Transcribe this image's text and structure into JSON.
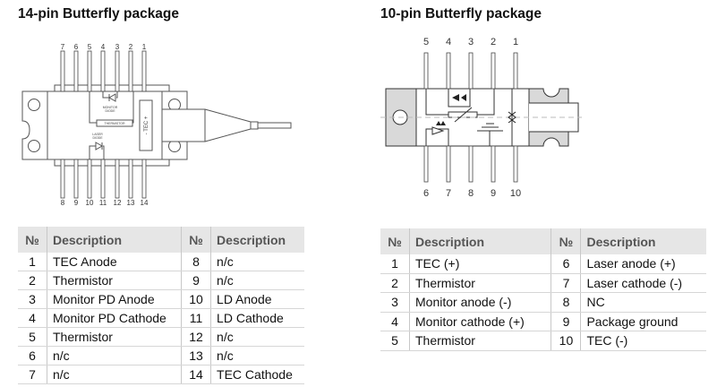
{
  "left": {
    "title": "14-pin Butterfly package",
    "diagram": {
      "top_pins": [
        "7",
        "6",
        "5",
        "4",
        "3",
        "2",
        "1"
      ],
      "bottom_pins": [
        "8",
        "9",
        "10",
        "11",
        "12",
        "13",
        "14"
      ],
      "labels": {
        "monitor": "MONITOR",
        "diode": "DIODE",
        "thermistor": "THERMISTOR",
        "laser": "LASER",
        "laser_diode": "DIODE",
        "tec": "- TEC +"
      }
    },
    "table": {
      "headers": [
        "№",
        "Description",
        "№",
        "Description"
      ],
      "rows": [
        [
          "1",
          "TEC Anode",
          "8",
          "n/c"
        ],
        [
          "2",
          "Thermistor",
          "9",
          "n/c"
        ],
        [
          "3",
          "Monitor PD Anode",
          "10",
          "LD Anode"
        ],
        [
          "4",
          "Monitor PD Cathode",
          "11",
          "LD Cathode"
        ],
        [
          "5",
          "Thermistor",
          "12",
          "n/c"
        ],
        [
          "6",
          "n/c",
          "13",
          "n/c"
        ],
        [
          "7",
          "n/c",
          "14",
          "TEC Cathode"
        ]
      ]
    }
  },
  "right": {
    "title": "10-pin Butterfly package",
    "diagram": {
      "top_pins": [
        "5",
        "4",
        "3",
        "2",
        "1"
      ],
      "bottom_pins": [
        "6",
        "7",
        "8",
        "9",
        "10"
      ]
    },
    "table": {
      "headers": [
        "№",
        "Description",
        "№",
        "Description"
      ],
      "rows": [
        [
          "1",
          "TEC (+)",
          "6",
          "Laser anode (+)"
        ],
        [
          "2",
          "Thermistor",
          "7",
          "Laser cathode (-)"
        ],
        [
          "3",
          "Monitor anode (-)",
          "8",
          "NC"
        ],
        [
          "4",
          "Monitor cathode (+)",
          "9",
          "Package ground"
        ],
        [
          "5",
          "Thermistor",
          "10",
          "TEC (-)"
        ]
      ]
    }
  }
}
